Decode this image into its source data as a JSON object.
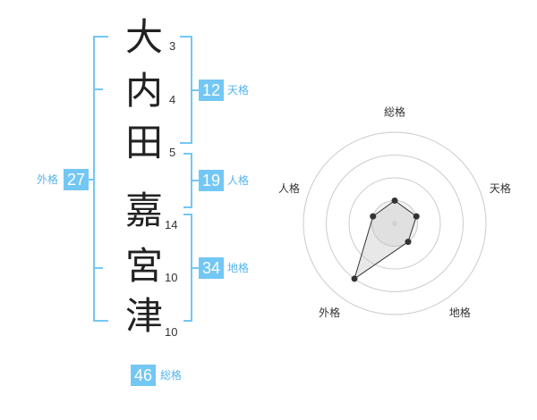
{
  "name": {
    "characters": [
      {
        "char": "大",
        "strokes": "3"
      },
      {
        "char": "内",
        "strokes": "4"
      },
      {
        "char": "田",
        "strokes": "5"
      },
      {
        "char": "嘉",
        "strokes": "14"
      },
      {
        "char": "宮",
        "strokes": "10"
      },
      {
        "char": "津",
        "strokes": "10"
      }
    ]
  },
  "scores": {
    "tenkaku": {
      "value": "12",
      "label": "天格"
    },
    "jinkaku": {
      "value": "19",
      "label": "人格"
    },
    "chikaku": {
      "value": "34",
      "label": "地格"
    },
    "gaikaku": {
      "value": "27",
      "label": "外格"
    },
    "soukaku": {
      "value": "46",
      "label": "総格"
    }
  },
  "colors": {
    "accent": "#73c7f4",
    "bracket": "#73c7f4"
  },
  "chart_data": {
    "type": "radar",
    "axes": [
      "総格",
      "天格",
      "地格",
      "外格",
      "人格"
    ],
    "values": [
      1,
      1,
      1,
      3,
      1
    ],
    "scale_max": 4,
    "grid": true
  }
}
